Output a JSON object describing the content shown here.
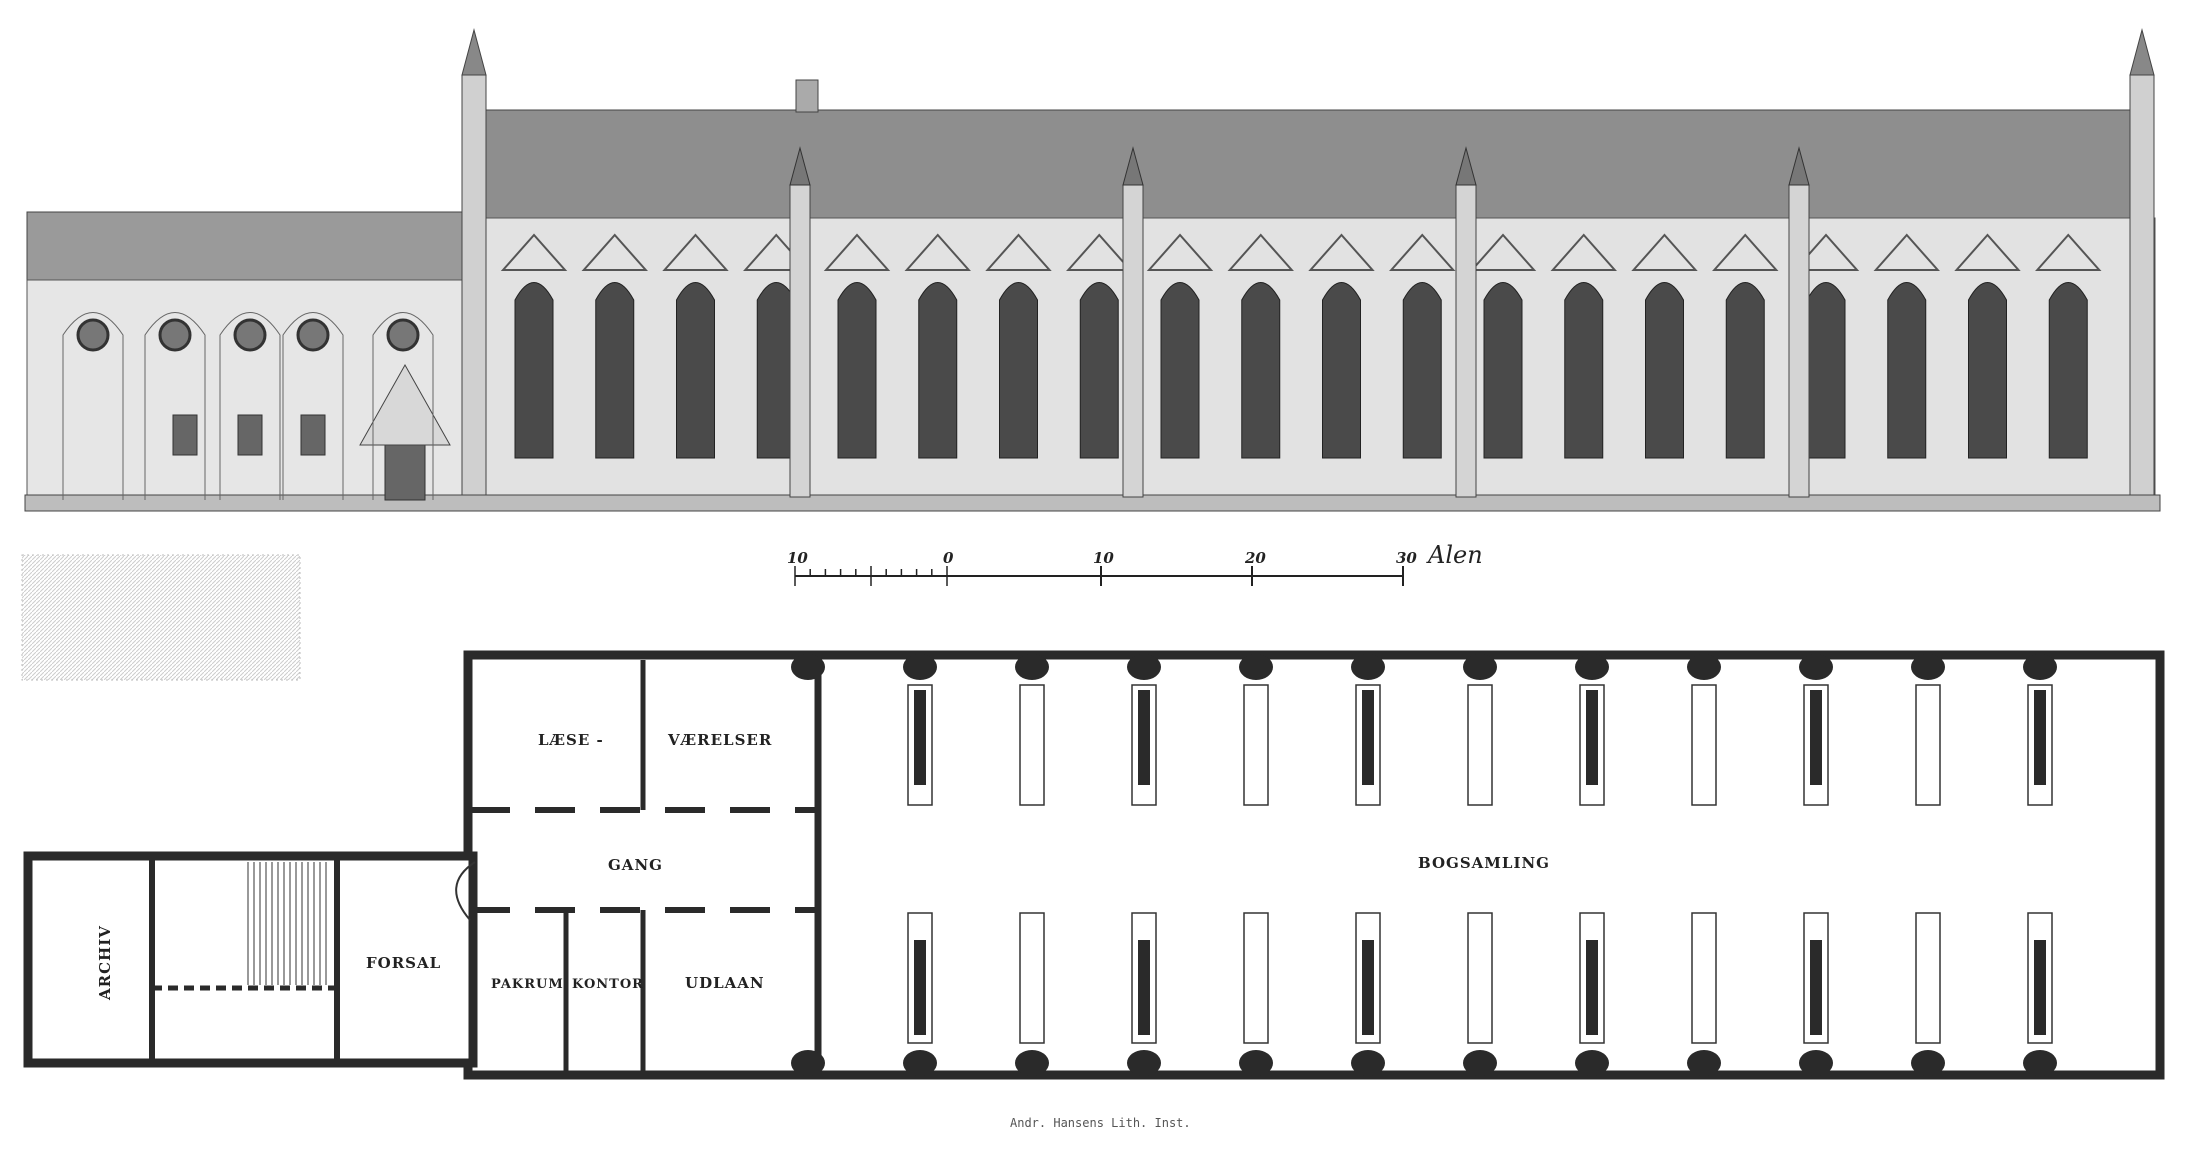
{
  "plan_labels": {
    "laese": "LÆSE -",
    "vaerelser": "VÆRELSER",
    "gang": "GANG",
    "bogsamling": "BOGSAMLING",
    "archiv": "ARCHIV",
    "forsal": "FORSAL",
    "pakrum": "PAKRUM",
    "kontor": "KONTOR",
    "udlaan": "UDLAAN"
  },
  "scale_bar": {
    "ticks": [
      "10",
      "0",
      "10",
      "20",
      "30"
    ],
    "unit": "Alen"
  },
  "credit": "Andr. Hansens Lith. Inst.",
  "elevation": {
    "main_windows": 20,
    "annex_round_windows": 5
  },
  "colors": {
    "ink": "#2a2a2a",
    "roof": "#8c8c8c",
    "wall": "#e4e4e4",
    "paper": "#ffffff"
  }
}
